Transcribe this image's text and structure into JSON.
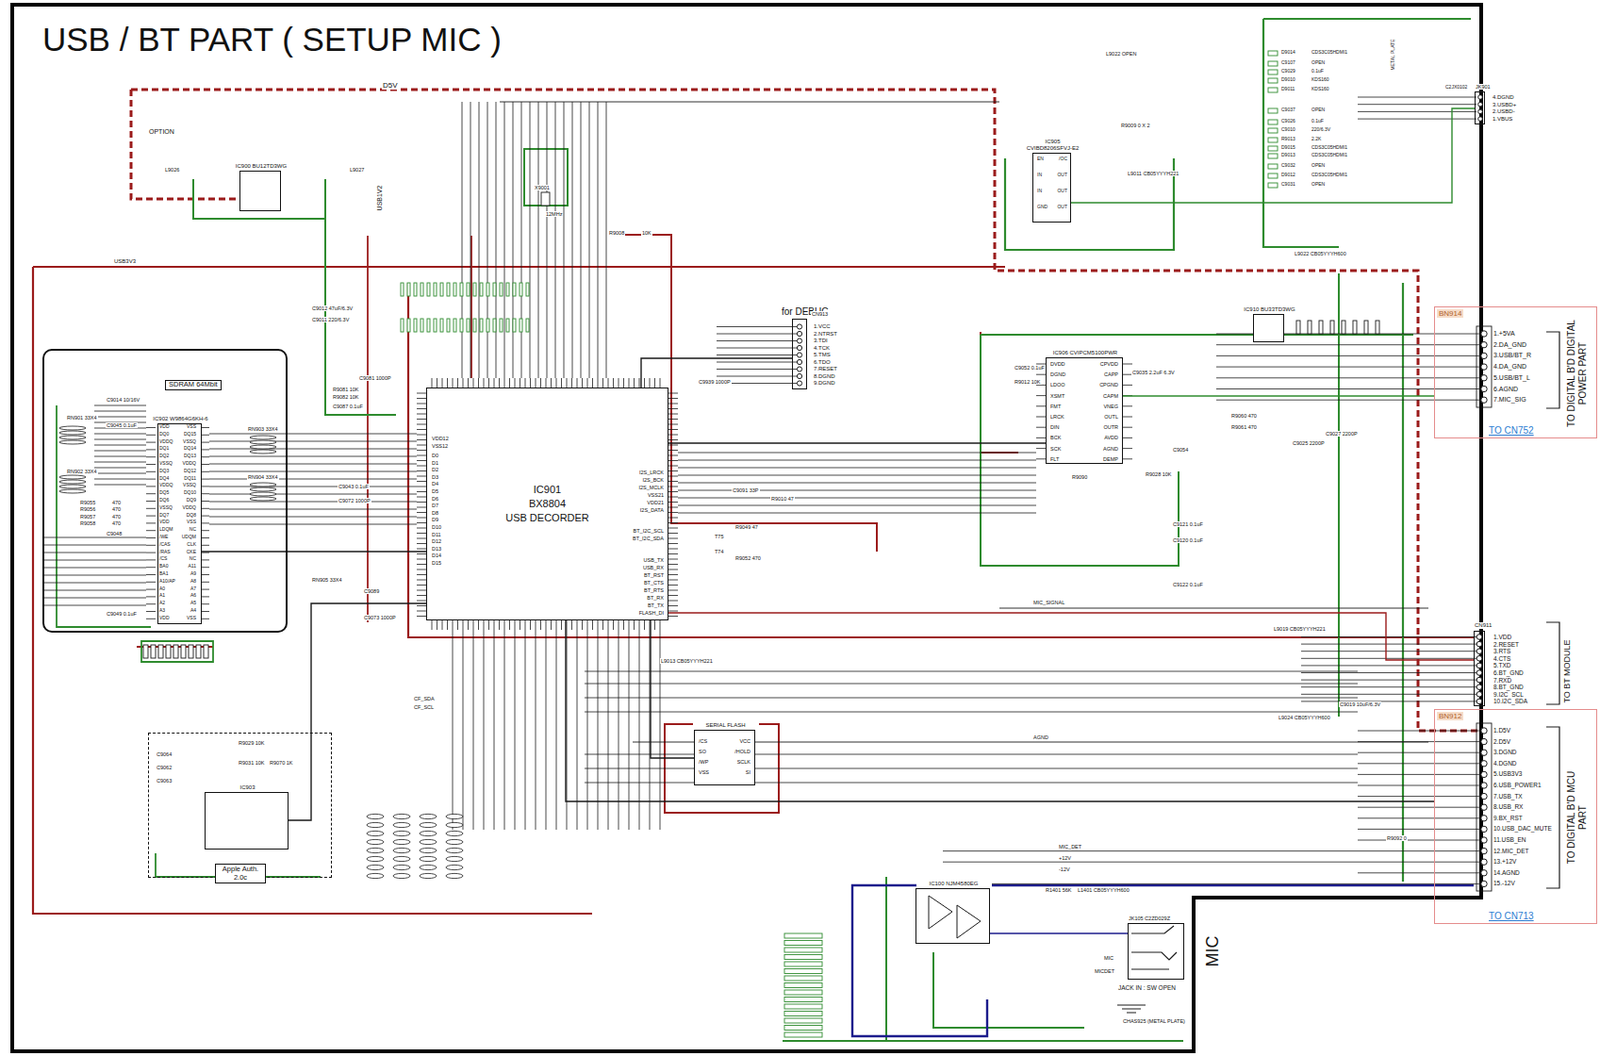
{
  "diagram": {
    "title": "USB / BT PART ( SETUP MIC )",
    "nodes": [
      {
        "text": [
          "SDRAM 64Mbit"
        ]
      },
      {
        "text": [
          "IC902 W9864G6KH-6"
        ],
        "in": 0
      },
      {
        "text": [
          "IC901",
          "BX8804",
          "USB DECORDER"
        ]
      },
      {
        "text": [
          "Apple Auth. 2.0c"
        ]
      },
      {
        "text": [
          "IC903"
        ],
        "in": 3
      },
      {
        "text": [
          "IC900 BU12TD3WG"
        ]
      },
      {
        "text": [
          "IC905 CVIBD8206SFVJ-E2"
        ]
      },
      {
        "text": [
          "IC906 CVIPCM5100PWR"
        ]
      },
      {
        "text": [
          "IC910 BU33TD3WG"
        ]
      },
      {
        "text": [
          "SERIAL FLASH"
        ]
      },
      {
        "text": [
          "IC100 NJM4580EG"
        ]
      },
      {
        "text": [
          "BN914",
          "TO DIGITAL B'D DIGITAL POWER PART",
          "TO CN752"
        ]
      },
      {
        "text": [
          "BN912",
          "TO DIGITAL B'D MCU PART",
          "TO CN713"
        ]
      },
      {
        "text": [
          "for DEBUG"
        ]
      },
      {
        "text": [
          "JK901"
        ]
      },
      {
        "text": [
          "JK105 C2ZD029Z",
          "MIC"
        ]
      },
      {
        "text": [
          "CN911"
        ]
      }
    ],
    "edges": [
      {
        "from": 1,
        "to": 2,
        "arrow": "none"
      },
      {
        "from": 2,
        "to": 9,
        "arrow": "none"
      },
      {
        "from": 2,
        "to": 7,
        "arrow": "none"
      },
      {
        "from": 7,
        "to": 11,
        "arrow": "none"
      },
      {
        "from": 2,
        "to": 16,
        "arrow": "none"
      },
      {
        "from": 2,
        "to": 12,
        "arrow": "none"
      },
      {
        "from": 6,
        "to": 14,
        "arrow": "none"
      },
      {
        "from": 10,
        "to": 15,
        "arrow": "none"
      },
      {
        "from": 2,
        "to": 13,
        "arrow": "none"
      },
      {
        "from": 2,
        "to": 4,
        "arrow": "none"
      }
    ],
    "labels": [
      "D5V",
      "OPTION",
      "L9026",
      "L9027",
      "USB1V2",
      "USB3V3",
      "C9012 47uF/6.3V",
      "C9011 220/6.3V",
      "C9081 1000P",
      "R9081 10K",
      "R9082 10K",
      "C9087 0.1uF",
      "C9043 0.1uF",
      "C9072 1000P",
      "C9089",
      "C9073 1000P",
      "RN905 33X4",
      "X9001",
      "12MHz",
      "R9008",
      "10K",
      "C9939 1000P",
      "C9091 33P",
      "R9049 47",
      "R9010 47",
      "R9052 470",
      "T75",
      "T74",
      "L9013 CB05YYYH221",
      "CF_SDA",
      "CF_SCL",
      "MIC_SIGNAL",
      "AGND",
      "MIC_DET",
      "+12V",
      "-12V",
      "R1401 56K",
      "L1401 CB05YYYH600",
      "JACK IN : SW OPEN",
      "MIC",
      "MICDET",
      "CHAS925 (METAL PLATE)",
      "L9019 CB05YYYH221",
      "L9024 CB05YYYH600",
      "C9019 10uF/6.3V",
      "R9092 0",
      "L9022 CB05YYYH600",
      "L9022 OPEN",
      "R9009 0 X 2",
      "L9011 CB05YYYH221",
      "C9035 2.2uF 6.3V",
      "C9052 0.1uF",
      "R9012 10K",
      "R9060 470",
      "R9061 470",
      "C9025 2200P",
      "C9027 2200P",
      "R9090",
      "R9028 10K",
      "C9054",
      "C9121 0.1uF",
      "C9120 0.1uF",
      "C9122 0.1uF",
      "RN901 33X4",
      "RN902 33X4",
      "RN903 33X4",
      "RN904 33X4",
      "C9014 10/16V",
      "C9045 0.1uF",
      "C9048",
      "C9049 0.1uF",
      "R9029 10K",
      "R9031 10K",
      "R9070 1K",
      "C9064",
      "C9062",
      "C9063",
      "CN913",
      "C2JX0102",
      "METAL PLATE",
      "TO BT MODULE",
      "VDD12",
      "VSS12",
      "R9055",
      "R9056",
      "R9057",
      "R9058",
      "470",
      "470",
      "470",
      "470",
      "1.VCC",
      "2.NTRST",
      "3.TDI",
      "4.TCK",
      "5.TMS",
      "6.TDO",
      "7.RESET",
      "8.DGND",
      "9.DGND",
      "4.DGND",
      "3.USBD+",
      "2.USBD-",
      "1.VBUS",
      "D9014",
      "C9107",
      "C9029",
      "D9010",
      "D9011",
      "C9037",
      "C9026",
      "C9010",
      "R9013",
      "D9015",
      "D9013",
      "C9032",
      "D9012",
      "C9031",
      "CDS3C05HDMI1",
      "OPEN",
      "0.1uF",
      "KDS160",
      "KDS160",
      "OPEN",
      "0.1uF",
      "220/6.3V",
      "2.2K",
      "CDS3C05HDMI1",
      "CDS3C05HDMI1",
      "OPEN",
      "CDS3C05HDMI1",
      "OPEN",
      "I2S_LRCK",
      "I2S_BCK",
      "I2S_MCLK",
      "VSS21",
      "VDD21",
      "I2S_DATA",
      "BT_I2C_SCL",
      "BT_I2C_SDA",
      "USB_TX",
      "USB_RX",
      "BT_RST",
      "BT_CTS",
      "BT_RTS",
      "BT_RX",
      "BT_TX",
      "FLASH_DI",
      "D0",
      "D1",
      "D2",
      "D3",
      "D4",
      "D5",
      "D6",
      "D7",
      "D8",
      "D9",
      "D10",
      "D11",
      "D12",
      "D13",
      "D14",
      "D15",
      "VDD",
      "DQ0",
      "VDDQ",
      "DQ1",
      "DQ2",
      "VSSQ",
      "DQ3",
      "DQ4",
      "VDDQ",
      "DQ5",
      "DQ6",
      "VSSQ",
      "DQ7",
      "VDD",
      "LDQM",
      "/WE",
      "/CAS",
      "/RAS",
      "/CS",
      "BA0",
      "BA1",
      "A10/AP",
      "A0",
      "A1",
      "A2",
      "A3",
      "VDD",
      "VSS",
      "DQ15",
      "VSSQ",
      "DQ14",
      "DQ13",
      "VDDQ",
      "DQ12",
      "DQ11",
      "VSSQ",
      "DQ10",
      "DQ9",
      "VDDQ",
      "DQ8",
      "VSS",
      "NC",
      "UDQM",
      "CLK",
      "CKE",
      "NC",
      "A11",
      "A9",
      "A8",
      "A7",
      "A6",
      "A5",
      "A4",
      "VSS",
      "EN",
      "IN",
      "IN",
      "GND",
      "/OC",
      "OUT",
      "OUT",
      "OUT",
      "DVDD",
      "DGND",
      "LDOO",
      "XSMT",
      "FMT",
      "LRCK",
      "DIN",
      "BCK",
      "SCK",
      "FLT",
      "CPVDD",
      "CAPP",
      "CPGND",
      "CAPM",
      "VNEG",
      "OUTL",
      "OUTR",
      "AVDD",
      "AGND",
      "DEMP",
      "/CS",
      "SO",
      "/WP",
      "VSS",
      "VCC",
      "/HOLD",
      "SCLK",
      "SI",
      "1.+5VA",
      "2.DA_GND",
      "3.USB/BT_R",
      "4.DA_GND",
      "5.USB/BT_L",
      "6.AGND",
      "7.MIC_SIG",
      "1.VDD",
      "2.RESET",
      "3.RTS",
      "4.CTS",
      "5.TXD",
      "6.BT_GND",
      "7.RXD",
      "8.BT_GND",
      "9.I2C_SCL",
      "10.I2C_SDA",
      "1.D5V",
      "2.D5V",
      "3.DGND",
      "4.DGND",
      "5.USB3V3",
      "6.USB_POWER1",
      "7.USB_TX",
      "8.USB_RX",
      "9.BX_RST",
      "10.USB_DAC_MUTE",
      "11.USB_EN",
      "12.MIC_DET",
      "13.+12V",
      "14.AGND",
      "15.-12V"
    ]
  }
}
